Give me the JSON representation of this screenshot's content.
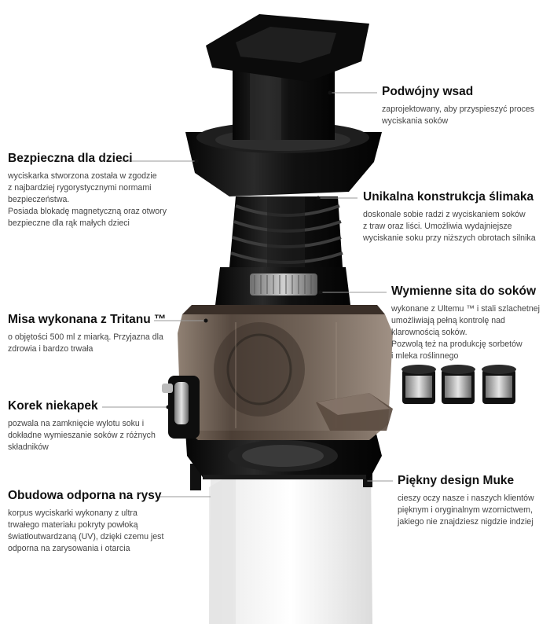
{
  "features": {
    "double_feed": {
      "title": "Podwójny wsad",
      "text": "zaprojektowany, aby przyspieszyć proces\nwyciskania soków"
    },
    "child_safe": {
      "title": "Bezpieczna dla dzieci",
      "text": "wyciskarka stworzona została w zgodzie\nz najbardziej rygorystycznymi normami\nbezpieczeństwa.\nPosiada blokadę magnetyczną oraz otwory\nbezpieczne dla rąk małych dzieci"
    },
    "auger": {
      "title": "Unikalna konstrukcja ślimaka",
      "text": "doskonale sobie radzi z wyciskaniem soków\nz traw oraz liści. Umożliwia wydajniejsze\nwyciskanie soku przy niższych obrotach silnika"
    },
    "sieves": {
      "title": "Wymienne sita do soków",
      "text": "wykonane z Ultemu ™ i stali szlachetnej\numożliwiają pełną kontrolę nad\nklarownością soków.\nPozwolą też na produkcję sorbetów\ni mleka roślinnego"
    },
    "bowl": {
      "title": "Misa wykonana z Tritanu ™",
      "text": "o objętości 500 ml z miarką. Przyjazna dla\nzdrowia i bardzo trwała"
    },
    "cap": {
      "title": "Korek niekapek",
      "text": "pozwala na zamknięcie wylotu soku i\ndokładne wymieszanie soków z różnych\nskładników"
    },
    "design": {
      "title": "Piękny design Muke",
      "text": "cieszy oczy nasze i naszych klientów\npięknym i oryginalnym wzornictwem,\njakiego nie znajdziesz nigdzie indziej"
    },
    "housing": {
      "title": "Obudowa  odporna na rysy",
      "text": "korpus wyciskarki wykonany z ultra\ntrwałego materiału pokryty powłoką\nświatłoutwardzaną (UV), dzięki czemu jest\nodporna na zarysowania i otarcia"
    }
  },
  "colors": {
    "body_black": "#0d0d0d",
    "bowl_amber": "#6b5a4c",
    "housing_white": "#f4f4f4"
  }
}
